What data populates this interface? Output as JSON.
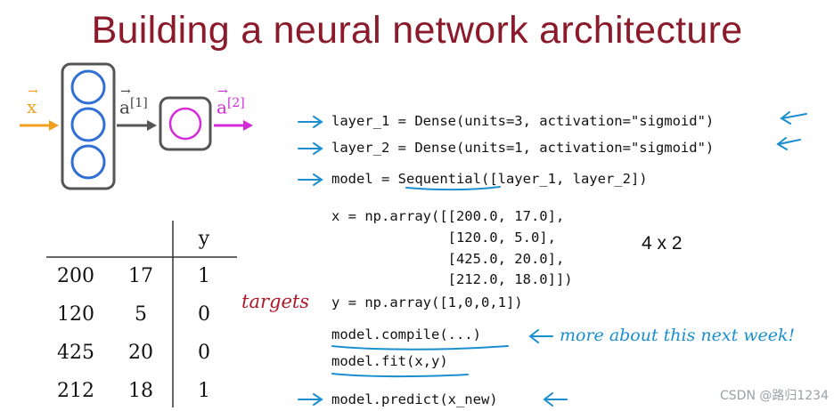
{
  "slide": {
    "title": "Building a neural network architecture",
    "diagram": {
      "input_label": "x",
      "hidden_output_label": "a",
      "hidden_superscript": "[1]",
      "output_label": "a",
      "output_superscript": "[2]",
      "colors": {
        "input_arrow": "#f0a020",
        "hidden_neurons": "#2f6fd6",
        "output_neuron": "#d42bd8",
        "output_arrow": "#d42bd8",
        "box": "#555555"
      }
    },
    "table": {
      "header_y": "y",
      "rows": [
        [
          "200",
          "17",
          "1"
        ],
        [
          "120",
          "5",
          "0"
        ],
        [
          "425",
          "20",
          "0"
        ],
        [
          "212",
          "18",
          "1"
        ]
      ]
    },
    "code": {
      "line1": "layer_1 = Dense(units=3, activation=\"sigmoid\")",
      "line2": "layer_2 = Dense(units=1, activation=\"sigmoid\")",
      "line3_prefix": "model = ",
      "line3_word": "Sequential",
      "line3_suffix": "([layer_1, layer_2])",
      "x_lines": [
        "x = np.array([[200.0, 17.0],",
        "              [120.0, 5.0],",
        "              [425.0, 20.0],",
        "              [212.0, 18.0]])"
      ],
      "y_line": "y = np.array([1,0,0,1])",
      "compile_line": "model.compile(...)",
      "fit_line": "model.fit(x,y)",
      "predict_line": "model.predict(x_new)"
    },
    "annotations": {
      "shape": "4 x 2",
      "targets": "targets",
      "note": "more about this next week!",
      "handwriting_color": "#1a8fd0",
      "targets_color": "#b0192a"
    },
    "watermark": "CSDN @路归1234"
  }
}
